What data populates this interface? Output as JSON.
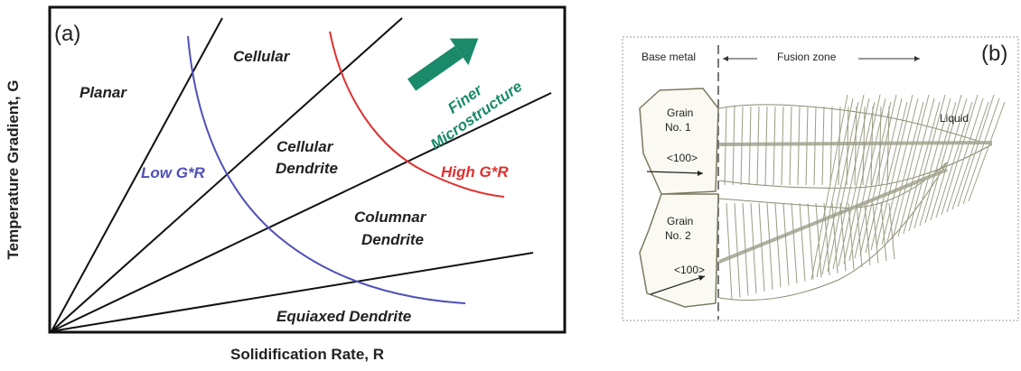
{
  "panel_a": {
    "label": "(a)",
    "y_axis_label": "Temperature Gradient, G",
    "x_axis_label": "Solidification Rate, R",
    "regions": {
      "planar": "Planar",
      "cellular": "Cellular",
      "cellular_dendrite_1": "Cellular",
      "cellular_dendrite_2": "Dendrite",
      "columnar_dendrite_1": "Columnar",
      "columnar_dendrite_2": "Dendrite",
      "equiaxed_dendrite": "Equiaxed Dendrite"
    },
    "curves": {
      "low": "Low G*R",
      "high": "High G*R"
    },
    "arrow_text_1": "Finer",
    "arrow_text_2": "Microstructure",
    "colors": {
      "low_curve": "#5050b8",
      "high_curve": "#e03030",
      "arrow": "#1a8a6a",
      "lines": "#111111"
    }
  },
  "panel_b": {
    "label": "(b)",
    "base_metal": "Base metal",
    "fusion_zone": "Fusion zone",
    "liquid": "Liquid",
    "grain1_a": "Grain",
    "grain1_b": "No. 1",
    "grain2_a": "Grain",
    "grain2_b": "No. 2",
    "dir1": "<100>",
    "dir2": "<100>"
  }
}
